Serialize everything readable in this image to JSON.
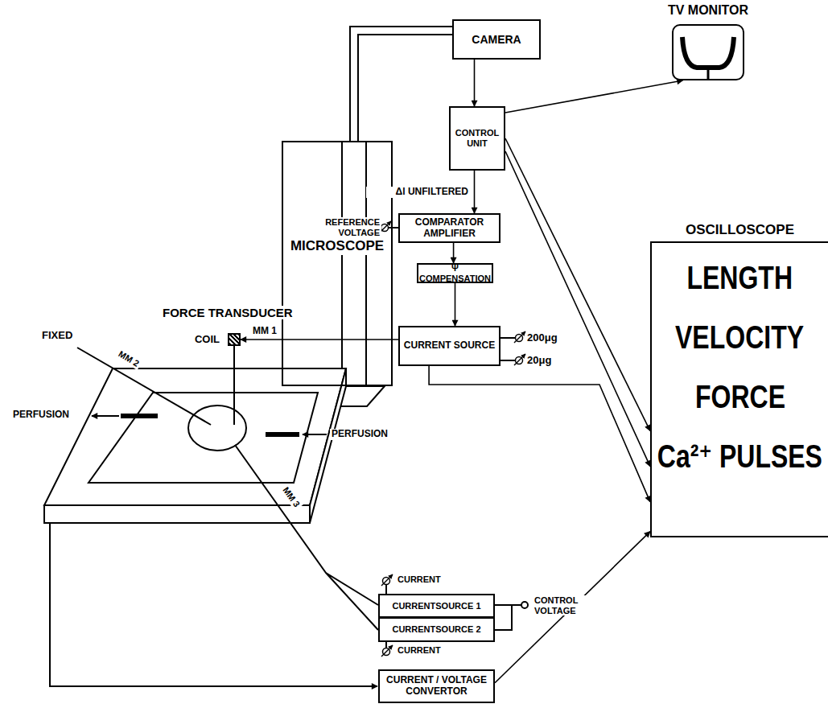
{
  "diagram": {
    "nodes": [
      {
        "text": [
          "CAMERA"
        ]
      },
      {
        "text": [
          "TV MONITOR"
        ]
      },
      {
        "text": [
          "MICROSCOPE"
        ]
      },
      {
        "text": [
          "CONTROL UNIT"
        ]
      },
      {
        "text": [
          "COMPARATOR AMPLIFIER"
        ]
      },
      {
        "text": [
          "Ψ COMPENSATION"
        ]
      },
      {
        "text": [
          "COIL"
        ]
      },
      {
        "text": [
          "CURRENT SOURCE"
        ]
      },
      {
        "text": [
          "OSCILLOSCOPE",
          "LENGTH",
          "VELOCITY",
          "FORCE",
          "Ca²⁺ PULSES"
        ]
      },
      {
        "text": [
          "CURRENTSOURCE 1"
        ]
      },
      {
        "text": [
          "CURRENTSOURCE 2"
        ]
      },
      {
        "text": [
          "CURRENT / VOLTAGE CONVERTOR"
        ]
      }
    ],
    "edges": [
      {
        "from": 2,
        "to": 0,
        "arrow": "none"
      },
      {
        "from": 0,
        "to": 3,
        "arrow": "to"
      },
      {
        "from": 3,
        "to": 1,
        "arrow": "to"
      },
      {
        "from": 3,
        "to": 4,
        "arrow": "to",
        "label": "Δl UNFILTERED"
      },
      {
        "from": 4,
        "to": 5,
        "arrow": "to"
      },
      {
        "from": 5,
        "to": 7,
        "arrow": "to"
      },
      {
        "from": 7,
        "to": 6,
        "arrow": "to",
        "label": "MM 1"
      },
      {
        "from": 3,
        "to": 8,
        "arrow": "to"
      },
      {
        "from": 3,
        "to": 8,
        "arrow": "to"
      },
      {
        "from": 7,
        "to": 8,
        "arrow": "to"
      },
      {
        "from": 11,
        "to": 8,
        "arrow": "to"
      }
    ],
    "labels": [
      "REFERENCE VOLTAGE",
      "200μg",
      "20μg",
      "FORCE TRANSDUCER",
      "FIXED",
      "MM 2",
      "MM 3",
      "PERFUSION",
      "PERFUSION",
      "CURRENT",
      "CURRENT",
      "CONTROL VOLTAGE"
    ]
  }
}
